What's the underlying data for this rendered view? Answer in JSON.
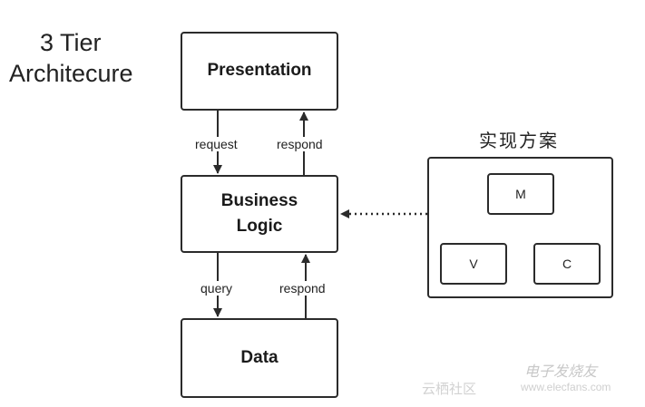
{
  "title": {
    "line1": "3 Tier",
    "line2": "Architecure"
  },
  "tiers": {
    "presentation": "Presentation",
    "business": "Business\nLogic",
    "data": "Data"
  },
  "edges": {
    "request": "request",
    "respond_top": "respond",
    "query": "query",
    "respond_bottom": "respond"
  },
  "implementation": {
    "title": "实现方案",
    "model": "M",
    "view": "V",
    "controller": "C"
  },
  "watermark": {
    "brand": "电子发烧友",
    "community": "云栖社区",
    "site": "www.elecfans.com"
  }
}
